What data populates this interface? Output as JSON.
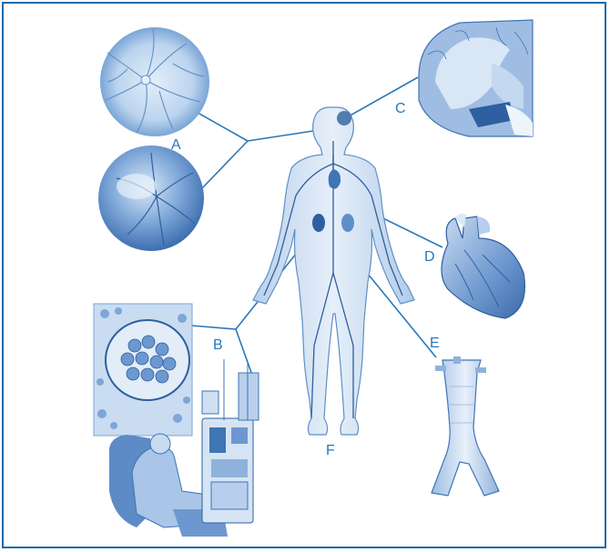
{
  "figure": {
    "labels": {
      "A": "A",
      "B": "B",
      "C": "C",
      "D": "D",
      "E": "E",
      "F": "F"
    },
    "colors": {
      "frame": "#1c6aa8",
      "ink": "#2a78b8",
      "fill_light": "#cfe0f2",
      "fill_mid": "#8fb4dd",
      "fill_dark": "#3f74b5"
    },
    "panels": [
      "retina-vessels-image",
      "retina-optic-disc-image",
      "brain-section-image",
      "heart-image",
      "aorta-aneurysm-image",
      "glomerulus-histology-image",
      "dialysis-patient-image",
      "human-body-circulation-image"
    ]
  }
}
